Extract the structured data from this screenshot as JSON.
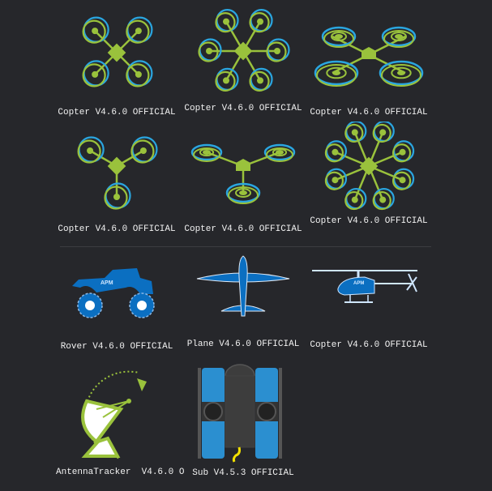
{
  "colors": {
    "background": "#26272b",
    "green": "#9ac23c",
    "blue": "#2aa6e0",
    "vehicle_blue": "#0b6fc1"
  },
  "firmware": [
    {
      "label": "Copter V4.6.0 OFFICIAL",
      "icon": "quadcopter-icon"
    },
    {
      "label": "Copter V4.6.0 OFFICIAL",
      "icon": "hexacopter-icon"
    },
    {
      "label": "Copter V4.6.0 OFFICIAL",
      "icon": "octaquad-icon"
    },
    {
      "label": "Copter V4.6.0 OFFICIAL",
      "icon": "tricopter-icon"
    },
    {
      "label": "Copter V4.6.0 OFFICIAL",
      "icon": "y6-icon"
    },
    {
      "label": "Copter V4.6.0 OFFICIAL",
      "icon": "octacopter-icon"
    },
    {
      "label": "Rover V4.6.0 OFFICIAL",
      "icon": "rover-icon"
    },
    {
      "label": "Plane V4.6.0 OFFICIAL",
      "icon": "plane-icon"
    },
    {
      "label": "Copter V4.6.0 OFFICIAL",
      "icon": "helicopter-icon"
    },
    {
      "label": "AntennaTracker  V4.6.0 O",
      "icon": "antenna-tracker-icon"
    },
    {
      "label": "Sub V4.5.3 OFFICIAL",
      "icon": "sub-icon"
    }
  ],
  "badge_text": "APM"
}
